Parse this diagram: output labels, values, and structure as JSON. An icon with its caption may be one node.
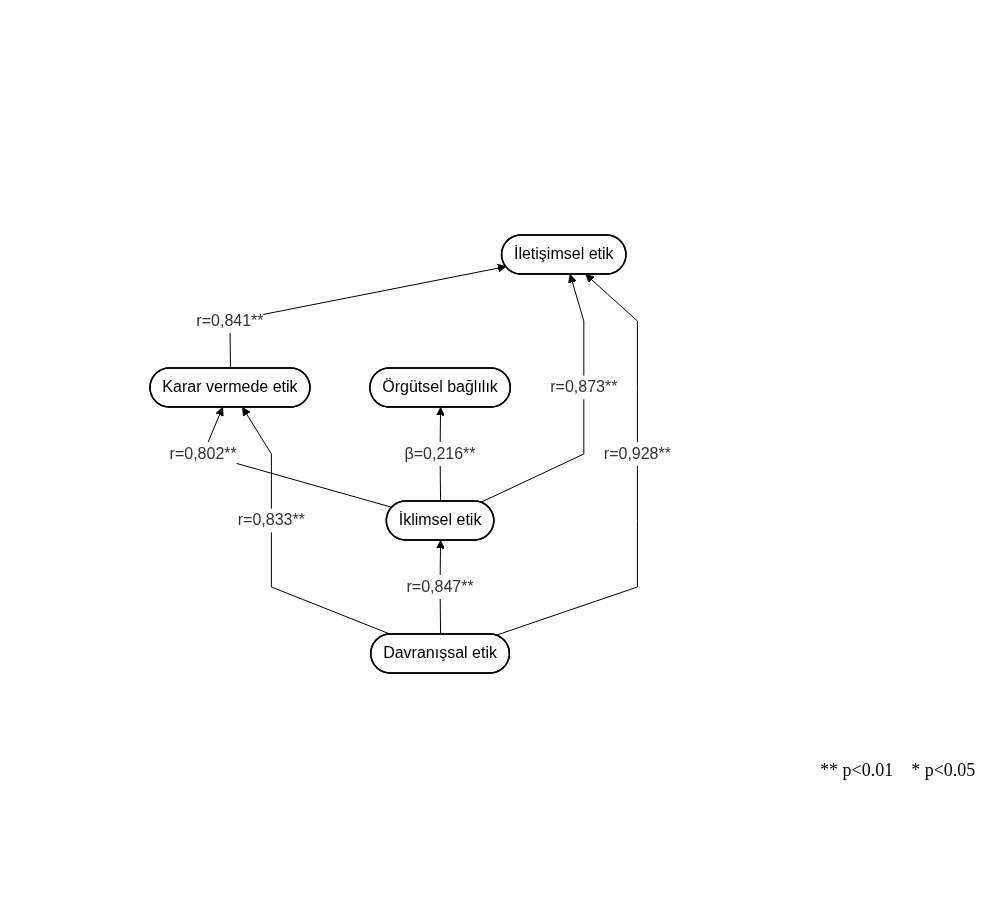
{
  "diagram": {
    "nodes": [
      {
        "text": [
          "İletişimsel etik"
        ]
      },
      {
        "text": [
          "Karar vermede etik"
        ]
      },
      {
        "text": [
          "Örgütsel bağlılık"
        ]
      },
      {
        "text": [
          "İklimsel etik"
        ]
      },
      {
        "text": [
          "Davranışsal etik"
        ]
      }
    ],
    "edges": [
      {
        "from": 1,
        "to": 0,
        "arrow": "to",
        "label": "r=0,841**"
      },
      {
        "from": 3,
        "to": 1,
        "arrow": "to",
        "label": "r=0,802**"
      },
      {
        "from": 3,
        "to": 0,
        "arrow": "to",
        "label": "r=0,873**"
      },
      {
        "from": 3,
        "to": 2,
        "arrow": "to",
        "label": "β=0,216**"
      },
      {
        "from": 4,
        "to": 3,
        "arrow": "to",
        "label": "r=0,847**"
      },
      {
        "from": 4,
        "to": 1,
        "arrow": "to",
        "label": "r=0,833**"
      },
      {
        "from": 4,
        "to": 0,
        "arrow": "to",
        "label": "r=0,928**"
      }
    ],
    "labels": [
      "** p<0.01",
      "* p<0.05"
    ]
  }
}
